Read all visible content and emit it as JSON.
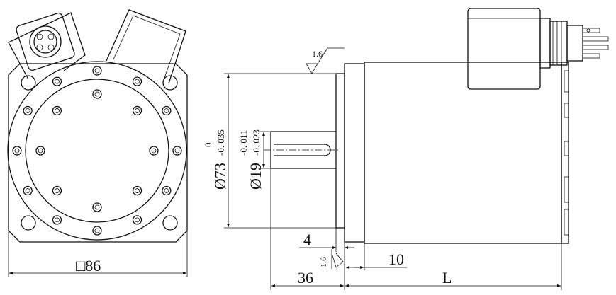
{
  "drawing": {
    "front_view": {
      "square_label": "□86"
    },
    "side_view": {
      "pilot_diameter_label": "Ø73",
      "pilot_tol_upper": "0",
      "pilot_tol_lower": "-0. 035",
      "shaft_diameter_label": "Ø19",
      "shaft_tol_upper": "-0. 011",
      "shaft_tol_lower": "-0. 023",
      "roughness_top": "1.6",
      "roughness_bottom": "1.6",
      "dim_flange": "4",
      "dim_spigot": "10",
      "dim_shaft_length": "36",
      "dim_body_length": "L"
    }
  }
}
